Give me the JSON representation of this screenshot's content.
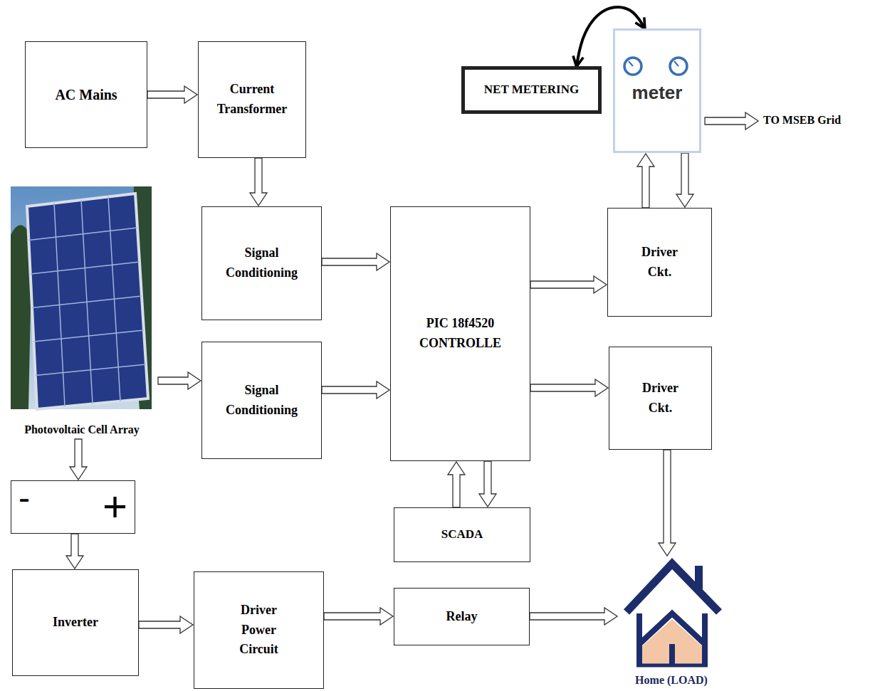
{
  "diagram": {
    "nodes": [
      {
        "text": [
          "AC Mains"
        ]
      },
      {
        "text": [
          "Current Transformer"
        ]
      },
      {
        "text": [
          "NET METERING"
        ]
      },
      {
        "text": [
          "meter"
        ]
      },
      {
        "text": [
          "Photovoltaic Cell Array"
        ]
      },
      {
        "text": [
          "Signal Conditioning"
        ]
      },
      {
        "text": [
          "PIC 18f4520 CONTROLLE"
        ]
      },
      {
        "text": [
          "Driver Ckt."
        ]
      },
      {
        "text": [
          "Signal Conditioning"
        ]
      },
      {
        "text": [
          "Driver Ckt."
        ]
      },
      {
        "text": [
          "-",
          "+"
        ]
      },
      {
        "text": [
          "SCADA"
        ]
      },
      {
        "text": [
          "Inverter"
        ]
      },
      {
        "text": [
          "Driver Power Circuit"
        ]
      },
      {
        "text": [
          "Relay"
        ]
      },
      {
        "text": [
          "Home (LOAD)"
        ]
      }
    ],
    "edges": [
      {
        "from": 0,
        "to": 1,
        "arrow": "to"
      },
      {
        "from": 1,
        "to": 5,
        "arrow": "to"
      },
      {
        "from": 2,
        "to": 3,
        "arrow": "both"
      },
      {
        "from": 4,
        "to": 8,
        "arrow": "to"
      },
      {
        "from": 5,
        "to": 6,
        "arrow": "to"
      },
      {
        "from": 8,
        "to": 6,
        "arrow": "to"
      },
      {
        "from": 6,
        "to": 7,
        "arrow": "to"
      },
      {
        "from": 7,
        "to": 3,
        "arrow": "to"
      },
      {
        "from": 3,
        "to": 7,
        "arrow": "to"
      },
      {
        "from": 6,
        "to": 9,
        "arrow": "to"
      },
      {
        "from": 11,
        "to": 6,
        "arrow": "to"
      },
      {
        "from": 6,
        "to": 11,
        "arrow": "to"
      },
      {
        "from": 9,
        "to": 15,
        "arrow": "to"
      },
      {
        "from": 4,
        "to": 10,
        "arrow": "to"
      },
      {
        "from": 10,
        "to": 12,
        "arrow": "to"
      },
      {
        "from": 12,
        "to": 13,
        "arrow": "to"
      },
      {
        "from": 13,
        "to": 14,
        "arrow": "to"
      },
      {
        "from": 14,
        "to": 15,
        "arrow": "to"
      }
    ],
    "labels": [
      "TO MSEB Grid"
    ]
  }
}
